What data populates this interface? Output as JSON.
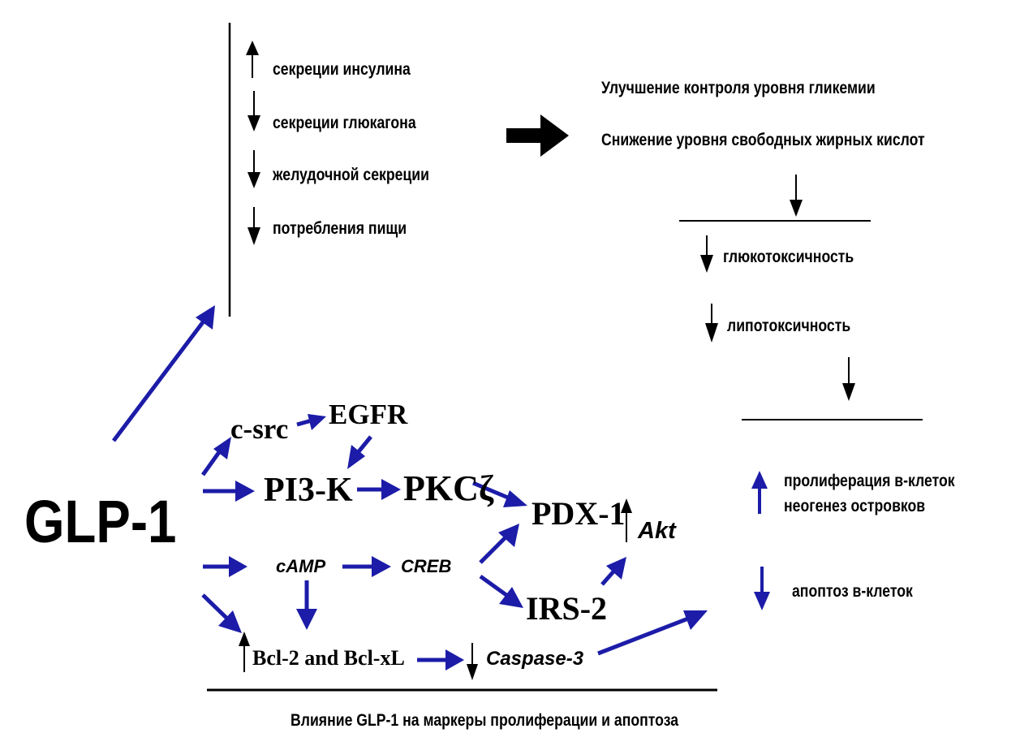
{
  "effects": {
    "items": [
      {
        "direction": "up",
        "label": "секреции инсулина"
      },
      {
        "direction": "down",
        "label": "секреции глюкагона"
      },
      {
        "direction": "down",
        "label": "желудочной секреции"
      },
      {
        "direction": "down",
        "label": "потребления пищи"
      }
    ]
  },
  "outcomes": {
    "line1": "Улучшение контроля уровня гликемии",
    "line2": "Снижение уровня свободных жирных кислот"
  },
  "toxicity": {
    "glucotoxicity": "глюкотоксичность",
    "lipotoxicity": "липотоксичность"
  },
  "beta_cells": {
    "proliferation": "пролиферация в-клеток",
    "neogenesis": "неогенез островков",
    "apoptosis": "апоптоз в-клеток"
  },
  "pathway": {
    "hormone": "GLP-1",
    "csrc": "c-src",
    "egfr": "EGFR",
    "pi3k": "PI3-K",
    "pkcz": "PKCζ",
    "pdx1": "PDX-1",
    "akt": "Akt",
    "camp": "cAMP",
    "creb": "CREB",
    "irs2": "IRS-2",
    "bcl": "Bcl-2 and Bcl-xL",
    "caspase": "Caspase-3"
  },
  "caption": "Влияние GLP-1 на маркеры  пролиферации и апоптоза",
  "colors": {
    "pathway_arrow": "#1c1ca8",
    "text": "#000000"
  }
}
